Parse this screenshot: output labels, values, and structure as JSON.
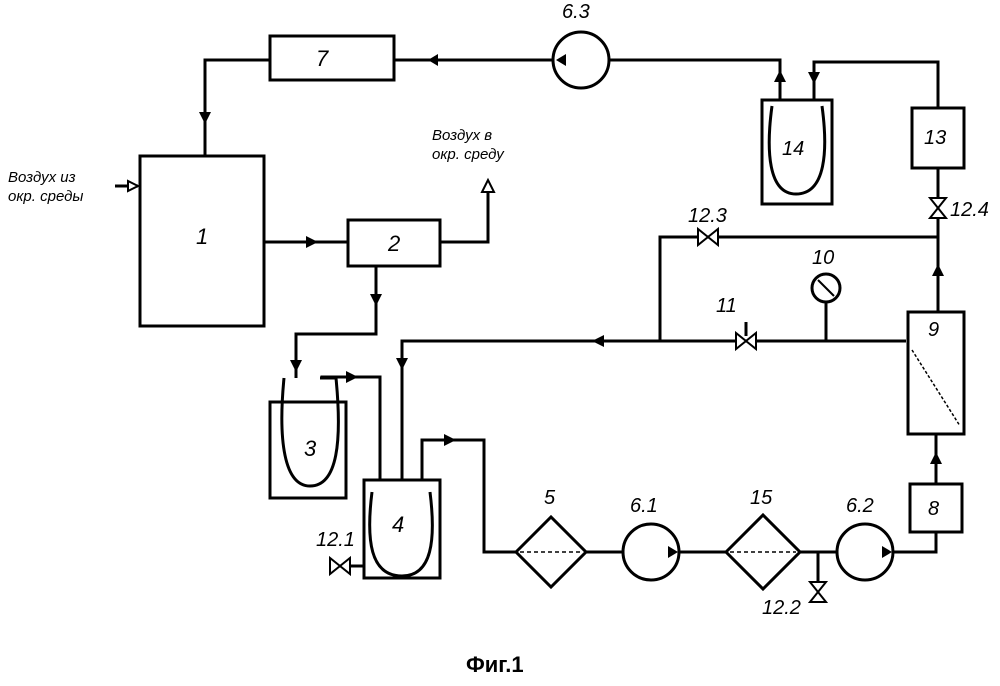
{
  "labels": {
    "n1": "1",
    "n2": "2",
    "n3": "3",
    "n4": "4",
    "n5": "5",
    "n61": "6.1",
    "n62": "6.2",
    "n63": "6.3",
    "n7": "7",
    "n8": "8",
    "n9": "9",
    "n10": "10",
    "n11": "11",
    "n121": "12.1",
    "n122": "12.2",
    "n123": "12.3",
    "n124": "12.4",
    "n13": "13",
    "n14": "14",
    "n15": "15"
  },
  "air_in": [
    "Воздух из",
    "окр. среды"
  ],
  "air_out": [
    "Воздух в",
    "окр. среду"
  ],
  "caption": "Фиг.1"
}
